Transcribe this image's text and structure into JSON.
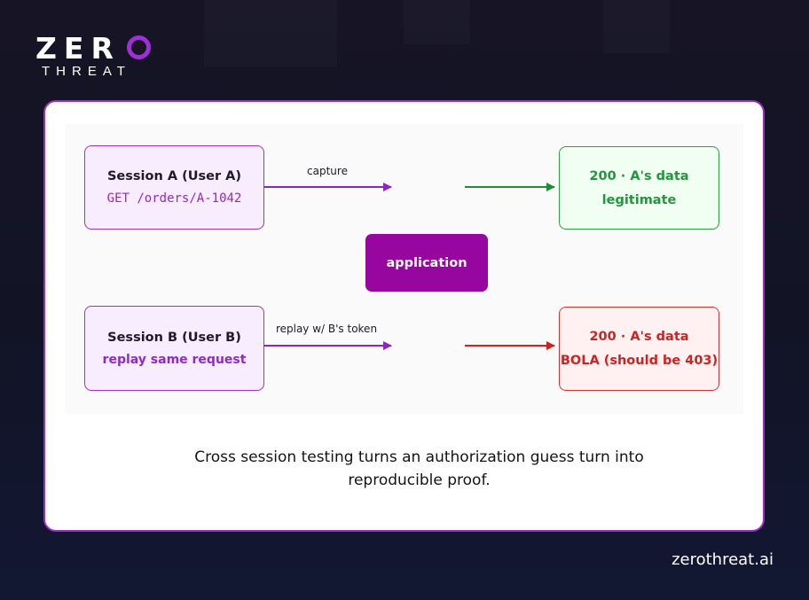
{
  "brand": {
    "logo_word": "ZER",
    "logo_sub": "THREAT",
    "footer_domain": "zerothreat.ai",
    "accent": "#9b2fc3"
  },
  "diagram": {
    "session_a": {
      "title": "Session A (User A)",
      "request": "GET /orders/A-1042"
    },
    "session_b": {
      "title": "Session B (User B)",
      "request": "replay same request"
    },
    "application": "application",
    "edge_a_label": "capture",
    "edge_b_label": "replay w/ B's token",
    "result_a": {
      "line1": "200 · A's data",
      "line2": "legitimate",
      "color": "#23953c"
    },
    "result_b": {
      "line1": "200 · A's data",
      "line2": "BOLA (should be 403)",
      "color": "#cc2323"
    }
  },
  "caption": {
    "line1": "Cross session testing turns an authorization guess turn into",
    "line2": "reproducible proof."
  }
}
